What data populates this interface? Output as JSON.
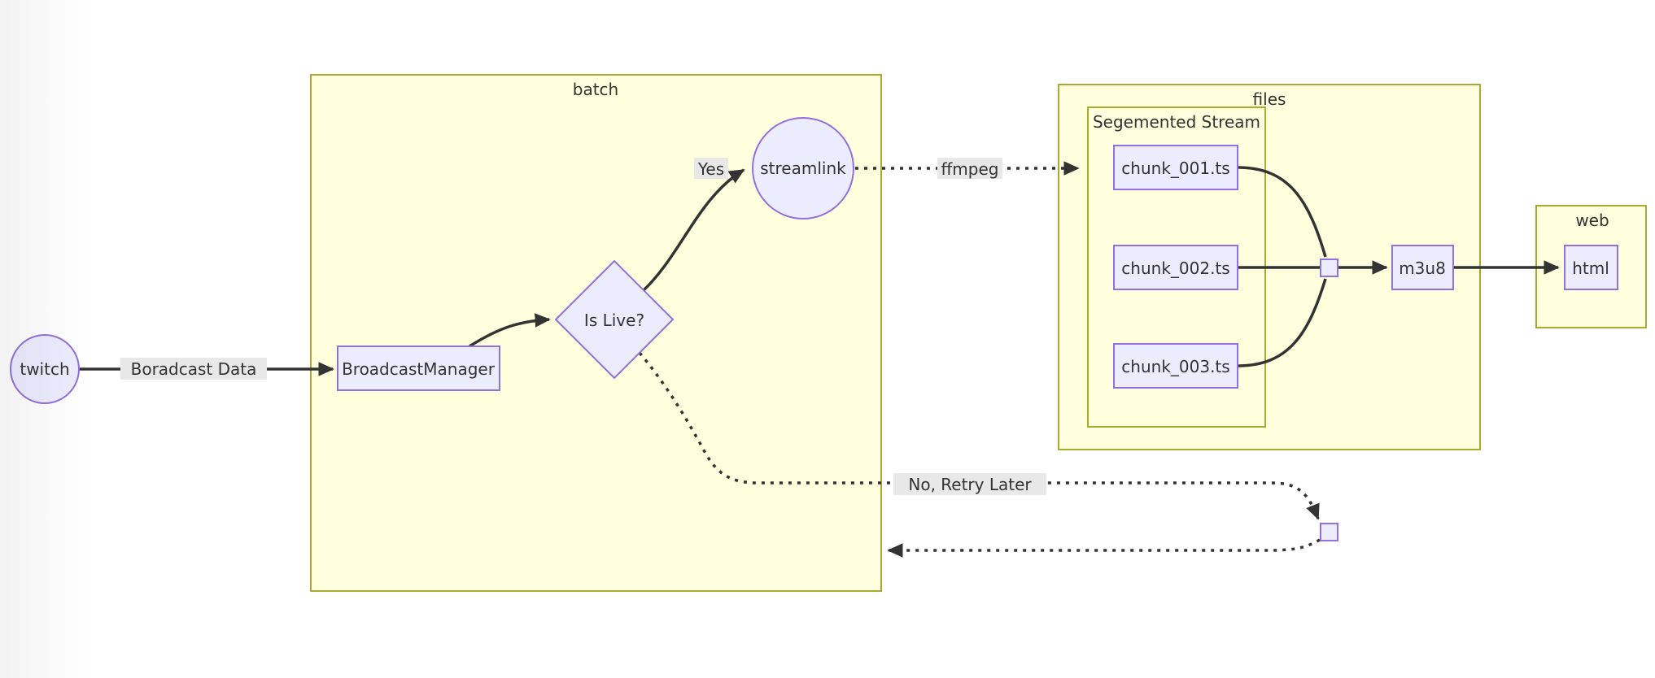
{
  "diagram": {
    "type": "flowchart",
    "direction": "left-to-right",
    "colors": {
      "background": "#FFFFFF",
      "node_fill": "#ECECFF",
      "node_border": "#9370DB",
      "cluster_fill": "#FFFFDE",
      "cluster_border": "#AAAA33",
      "edge_color": "#333333",
      "edge_label_bg": "#E8E8E8",
      "text_color": "#333333"
    },
    "clusters": [
      {
        "id": "batch",
        "label": "batch"
      },
      {
        "id": "files",
        "label": "files"
      },
      {
        "id": "segmented-stream",
        "label": "Segemented Stream"
      },
      {
        "id": "web",
        "label": "web"
      }
    ],
    "nodes": [
      {
        "id": "twitch",
        "label": "twitch",
        "shape": "circle"
      },
      {
        "id": "broadcast-manager",
        "label": "BroadcastManager",
        "shape": "rect",
        "cluster": "batch"
      },
      {
        "id": "is-live",
        "label": "Is Live?",
        "shape": "diamond",
        "cluster": "batch"
      },
      {
        "id": "streamlink",
        "label": "streamlink",
        "shape": "circle",
        "cluster": "batch"
      },
      {
        "id": "chunk-001",
        "label": "chunk_001.ts",
        "shape": "rect",
        "cluster": "segmented-stream"
      },
      {
        "id": "chunk-002",
        "label": "chunk_002.ts",
        "shape": "rect",
        "cluster": "segmented-stream"
      },
      {
        "id": "chunk-003",
        "label": "chunk_003.ts",
        "shape": "rect",
        "cluster": "segmented-stream"
      },
      {
        "id": "junction-1",
        "label": "",
        "shape": "small-square",
        "cluster": "files"
      },
      {
        "id": "m3u8",
        "label": "m3u8",
        "shape": "rect",
        "cluster": "files"
      },
      {
        "id": "html",
        "label": "html",
        "shape": "rect",
        "cluster": "web"
      },
      {
        "id": "junction-2",
        "label": "",
        "shape": "small-square"
      }
    ],
    "edges": [
      {
        "from": "twitch",
        "to": "broadcast-manager",
        "label": "Boradcast Data",
        "style": "solid",
        "arrow": true
      },
      {
        "from": "broadcast-manager",
        "to": "is-live",
        "label": "",
        "style": "solid",
        "arrow": true
      },
      {
        "from": "is-live",
        "to": "streamlink",
        "label": "Yes",
        "style": "solid",
        "arrow": true
      },
      {
        "from": "streamlink",
        "to": "segmented-stream",
        "label": "ffmpeg",
        "style": "dotted",
        "arrow": true
      },
      {
        "from": "chunk-001",
        "to": "junction-1",
        "label": "",
        "style": "solid",
        "arrow": false
      },
      {
        "from": "chunk-002",
        "to": "junction-1",
        "label": "",
        "style": "solid",
        "arrow": false
      },
      {
        "from": "chunk-003",
        "to": "junction-1",
        "label": "",
        "style": "solid",
        "arrow": false
      },
      {
        "from": "junction-1",
        "to": "m3u8",
        "label": "",
        "style": "solid",
        "arrow": true
      },
      {
        "from": "m3u8",
        "to": "html",
        "label": "",
        "style": "solid",
        "arrow": true
      },
      {
        "from": "is-live",
        "to": "junction-2",
        "label": "No, Retry Later",
        "style": "dotted",
        "arrow": true
      },
      {
        "from": "junction-2",
        "to": "batch",
        "label": "",
        "style": "dotted",
        "arrow": true
      }
    ]
  }
}
